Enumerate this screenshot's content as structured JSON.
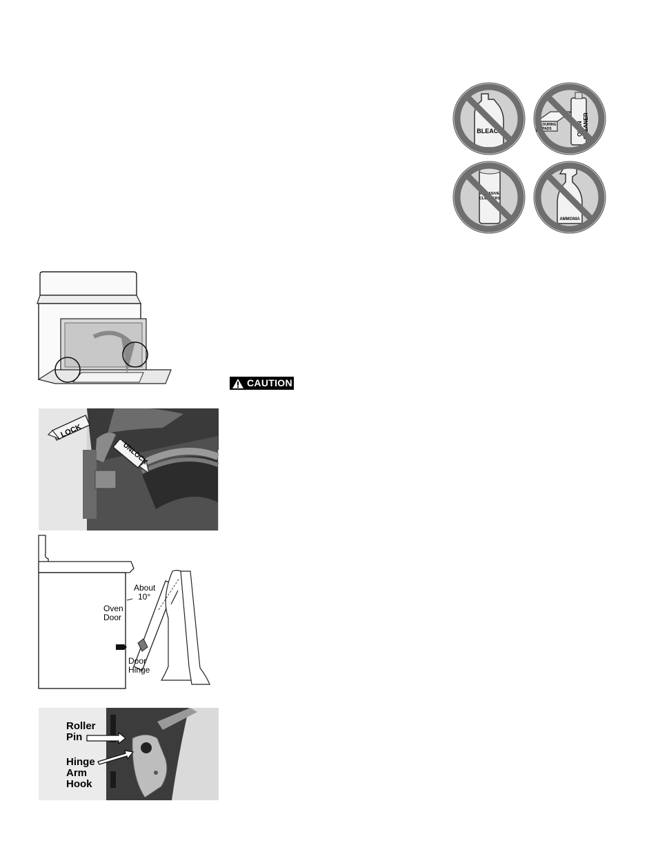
{
  "cleaners": {
    "bleach": "BLEACH",
    "scouring_pads": [
      "SCOURING",
      "PADS"
    ],
    "oven_cleaner": [
      "OVEN",
      "CLEANER"
    ],
    "abrasive_cleaners": [
      "ABRASIVE",
      "CLEANERS"
    ],
    "ammonia": "AMMONIA"
  },
  "caution": {
    "label": "CAUTION"
  },
  "lock_photo": {
    "lock": "LOCK",
    "unlock": "UNLOCK"
  },
  "door_diagram": {
    "about": "About",
    "angle": "10°",
    "oven_door": [
      "Oven",
      "Door"
    ],
    "door_hinge": [
      "Door",
      "Hinge"
    ]
  },
  "hinge_photo": {
    "roller_pin": [
      "Roller",
      "Pin"
    ],
    "hinge_arm_hook": [
      "Hinge",
      "Arm",
      "Hook"
    ]
  }
}
